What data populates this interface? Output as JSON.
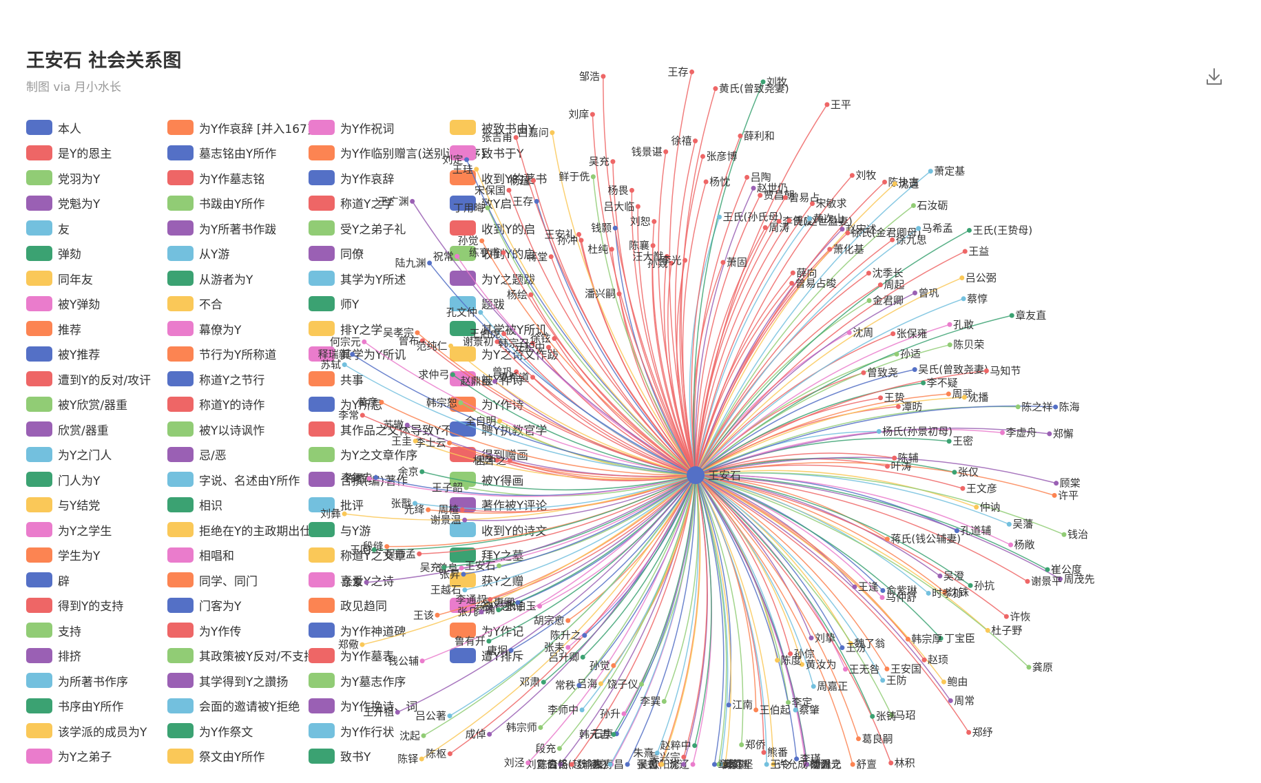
{
  "chart": {
    "title": "王安石 社会关系图",
    "subtitle": "制图 via 月小水长",
    "download_icon": "download-icon",
    "center_node": "王安石"
  },
  "legend": [
    {
      "label": "本人",
      "color": "#5470c6"
    },
    {
      "label": "是Y的恩主",
      "color": "#ee6666"
    },
    {
      "label": "党羽为Y",
      "color": "#91cc75"
    },
    {
      "label": "党魁为Y",
      "color": "#9a60b4"
    },
    {
      "label": "友",
      "color": "#73c0de"
    },
    {
      "label": "弹劾",
      "color": "#3ba272"
    },
    {
      "label": "同年友",
      "color": "#fac858"
    },
    {
      "label": "被Y弹劾",
      "color": "#ea7ccc"
    },
    {
      "label": "推荐",
      "color": "#fc8452"
    },
    {
      "label": "被Y推荐",
      "color": "#5470c6"
    },
    {
      "label": "遭到Y的反对/攻讦",
      "color": "#ee6666"
    },
    {
      "label": "被Y欣赏/器重",
      "color": "#91cc75"
    },
    {
      "label": "欣赏/器重",
      "color": "#9a60b4"
    },
    {
      "label": "为Y之门人",
      "color": "#73c0de"
    },
    {
      "label": "门人为Y",
      "color": "#3ba272"
    },
    {
      "label": "与Y结党",
      "color": "#fac858"
    },
    {
      "label": "为Y之学生",
      "color": "#ea7ccc"
    },
    {
      "label": "学生为Y",
      "color": "#fc8452"
    },
    {
      "label": "辟",
      "color": "#5470c6"
    },
    {
      "label": "得到Y的支持",
      "color": "#ee6666"
    },
    {
      "label": "支持",
      "color": "#91cc75"
    },
    {
      "label": "排挤",
      "color": "#9a60b4"
    },
    {
      "label": "为所著书作序",
      "color": "#73c0de"
    },
    {
      "label": "书序由Y所作",
      "color": "#3ba272"
    },
    {
      "label": "该学派的成员为Y",
      "color": "#fac858"
    },
    {
      "label": "为Y之弟子",
      "color": "#ea7ccc"
    },
    {
      "label": "为Y作哀辞 [并入167]",
      "color": "#fc8452"
    },
    {
      "label": "墓志铭由Y所作",
      "color": "#5470c6"
    },
    {
      "label": "为Y作墓志铭",
      "color": "#ee6666"
    },
    {
      "label": "书跋由Y所作",
      "color": "#91cc75"
    },
    {
      "label": "为Y所著书作跋",
      "color": "#9a60b4"
    },
    {
      "label": "从Y游",
      "color": "#73c0de"
    },
    {
      "label": "从游者为Y",
      "color": "#3ba272"
    },
    {
      "label": "不合",
      "color": "#fac858"
    },
    {
      "label": "幕僚为Y",
      "color": "#ea7ccc"
    },
    {
      "label": "节行为Y所称道",
      "color": "#fc8452"
    },
    {
      "label": "称道Y之节行",
      "color": "#5470c6"
    },
    {
      "label": "称道Y的诗作",
      "color": "#ee6666"
    },
    {
      "label": "被Y以诗讽怍",
      "color": "#91cc75"
    },
    {
      "label": "忌/恶",
      "color": "#9a60b4"
    },
    {
      "label": "字说、名述由Y所作",
      "color": "#73c0de"
    },
    {
      "label": "相识",
      "color": "#3ba272"
    },
    {
      "label": "拒绝在Y的主政期出仕",
      "color": "#fac858"
    },
    {
      "label": "相唱和",
      "color": "#ea7ccc"
    },
    {
      "label": "同学、同门",
      "color": "#fc8452"
    },
    {
      "label": "门客为Y",
      "color": "#5470c6"
    },
    {
      "label": "为Y作传",
      "color": "#ee6666"
    },
    {
      "label": "其政策被Y反对/不支持",
      "color": "#91cc75"
    },
    {
      "label": "其学得到Y之讚扬",
      "color": "#9a60b4"
    },
    {
      "label": "会面的邀请被Y拒绝",
      "color": "#73c0de"
    },
    {
      "label": "为Y作祭文",
      "color": "#3ba272"
    },
    {
      "label": "祭文由Y所作",
      "color": "#fac858"
    },
    {
      "label": "为Y作祝词",
      "color": "#ea7ccc"
    },
    {
      "label": "为Y作临别赠言(送别诗、序)",
      "color": "#fc8452"
    },
    {
      "label": "为Y作哀辞",
      "color": "#5470c6"
    },
    {
      "label": "称道Y之学",
      "color": "#ee6666"
    },
    {
      "label": "受Y之弟子礼",
      "color": "#91cc75"
    },
    {
      "label": "同僚",
      "color": "#9a60b4"
    },
    {
      "label": "其学为Y所述",
      "color": "#73c0de"
    },
    {
      "label": "师Y",
      "color": "#3ba272"
    },
    {
      "label": "排Y之学",
      "color": "#fac858"
    },
    {
      "label": "其学为Y所讥",
      "color": "#ea7ccc"
    },
    {
      "label": "共事",
      "color": "#fc8452"
    },
    {
      "label": "为Y所忌",
      "color": "#5470c6"
    },
    {
      "label": "其作品之文体导致Y不满",
      "color": "#ee6666"
    },
    {
      "label": "为Y之文章作序",
      "color": "#91cc75"
    },
    {
      "label": "合撰(编)著作",
      "color": "#9a60b4"
    },
    {
      "label": "批评",
      "color": "#73c0de"
    },
    {
      "label": "与Y游",
      "color": "#3ba272"
    },
    {
      "label": "称道Y之文章",
      "color": "#fac858"
    },
    {
      "label": "喜爱Y之诗",
      "color": "#ea7ccc"
    },
    {
      "label": "政见趋同",
      "color": "#fc8452"
    },
    {
      "label": "为Y作神道碑",
      "color": "#5470c6"
    },
    {
      "label": "为Y作墓表",
      "color": "#ee6666"
    },
    {
      "label": "为Y墓志作序",
      "color": "#91cc75"
    },
    {
      "label": "为Y作挽诗、词",
      "color": "#9a60b4"
    },
    {
      "label": "为Y作行状",
      "color": "#73c0de"
    },
    {
      "label": "致书Y",
      "color": "#3ba272"
    },
    {
      "label": "被致书由Y",
      "color": "#fac858"
    },
    {
      "label": "致书于Y",
      "color": "#ea7ccc"
    },
    {
      "label": "收到Y的著书",
      "color": "#fc8452"
    },
    {
      "label": "致Y启",
      "color": "#5470c6"
    },
    {
      "label": "收到Y的启",
      "color": "#ee6666"
    },
    {
      "label": "收到Y的启",
      "color": "#91cc75"
    },
    {
      "label": "为Y之题跋",
      "color": "#9a60b4"
    },
    {
      "label": "题跋",
      "color": "#73c0de"
    },
    {
      "label": "其学被Y所讥",
      "color": "#3ba272"
    },
    {
      "label": "为Y之诗文作跋",
      "color": "#fac858"
    },
    {
      "label": "被Y作诗",
      "color": "#ea7ccc"
    },
    {
      "label": "为Y作诗",
      "color": "#fc8452"
    },
    {
      "label": "聘Y执教官学",
      "color": "#5470c6"
    },
    {
      "label": "得到赠画",
      "color": "#ee6666"
    },
    {
      "label": "被Y得画",
      "color": "#91cc75"
    },
    {
      "label": "著作被Y评论",
      "color": "#9a60b4"
    },
    {
      "label": "收到Y的诗文",
      "color": "#73c0de"
    },
    {
      "label": "拜Y之墓",
      "color": "#3ba272"
    },
    {
      "label": "获Y之赠",
      "color": "#fac858"
    },
    {
      "label": "被Y题诗",
      "color": "#ea7ccc"
    },
    {
      "label": "为Y作记",
      "color": "#fc8452"
    },
    {
      "label": "遭Y排斥",
      "color": "#5470c6"
    }
  ],
  "nodes": [
    "张彦博",
    "杨忱",
    "黄氏(曾致尧妻)",
    "王氏(孙氏母)",
    "萧固",
    "薛利和",
    "吕陶",
    "刘牧",
    "赵世仍",
    "贾昌朝",
    "周涛",
    "曾易占",
    "李氏(赵世盈妻)",
    "傅立",
    "王平",
    "宋敏求",
    "黄次山",
    "薛向",
    "曾易占晙",
    "刘牧",
    "萧化基",
    "赵宋述",
    "徐氏(金君卿母)",
    "陈执古",
    "沈遘",
    "萧定基",
    "石汝砺",
    "徐九思",
    "沈季长",
    "马希孟",
    "金君卿",
    "周起",
    "沈周",
    "王氏(王贽母)",
    "曾巩",
    "王益",
    "张保雍",
    "吕公弼",
    "蔡惇",
    "孙适",
    "曾致尧",
    "孔敢",
    "章友直",
    "陈贝荣",
    "吴氏(曾致尧妻)",
    "王贽",
    "李不疑",
    "潭昉",
    "马知节",
    "周武",
    "沈播",
    "杨氏(孙景初母)",
    "陈之祥",
    "陈海",
    "李虚舟",
    "王密",
    "郑懈",
    "陈辅",
    "叶涛",
    "张仅",
    "顾棠",
    "王文彦",
    "许平",
    "仲讷",
    "吴藩",
    "钱治",
    "孔道辅",
    "杨敞",
    "崔公度",
    "周茂先",
    "谢景平",
    "蒋氏(钱公辅妻)",
    "孙抗",
    "吴澄",
    "许恢",
    "沈铢",
    "杜子野",
    "时孝孙",
    "龚原",
    "俞紫琳",
    "马仲舒",
    "丁宝臣",
    "王逢",
    "赵顼",
    "韩宗厚",
    "鲍由",
    "周常",
    "郑纾",
    "王安国",
    "魏了翁",
    "王防",
    "马玿",
    "王汾",
    "王无咎",
    "张铸",
    "刘挚",
    "林积",
    "葛良嗣",
    "黄汝为",
    "周嘉正",
    "孙倧",
    "舒亶",
    "陈度",
    "蔡肇",
    "李定",
    "李瑾",
    "杨训",
    "潘温之",
    "胡舜元",
    "熊番",
    "王伯起",
    "许允成",
    "王令",
    "郑侨",
    "江南",
    "蔡渊",
    "蔡卞",
    "黄庭坚",
    "章惇",
    "沈辽",
    "赵粹中",
    "欧阳修",
    "吴兴宗",
    "张式",
    "吴蓍",
    "朱熹",
    "李巽",
    "朱寿昌",
    "魏陵之",
    "高氏(赵瑜妻)",
    "饶子仪",
    "石庚",
    "孙升",
    "韩元吉",
    "刘宣伯",
    "陈公恪",
    "孙觉",
    "吕海",
    "李师中",
    "段充",
    "常秩",
    "刘泾",
    "吕升卿",
    "韩宗师",
    "陈升之",
    "张耒",
    "邓肃",
    "成倬",
    "陈枢",
    "胡宗愈",
    "陈铎",
    "吕公著",
    "沈起",
    "唐坰",
    "张伯玉",
    "鲁有开",
    "王开祖",
    "吕惠卿",
    "钱公辅",
    "蔡确",
    "张几",
    "李通叔",
    "王该",
    "郑儆",
    "王越石",
    "王安石",
    "张昇",
    "曾阜",
    "吴充",
    "余象",
    "程师孟",
    "段缝",
    "王回",
    "谢景温",
    "周楂",
    "元绛",
    "刘彝",
    "张戬",
    "王子韶",
    "李复圭",
    "许将",
    "余京",
    "林旦",
    "吕冲之",
    "李士云",
    "王圭",
    "苏辙",
    "李常",
    "黄彦",
    "全自明",
    "苏轼",
    "韩宗恕",
    "释瑞新",
    "何宗元",
    "求仲弓",
    "赵鼎臣",
    "曾布",
    "吴孝宗",
    "范纯仁",
    "曾巩",
    "夏希道",
    "谢景初",
    "王伯虎",
    "孔文仲",
    "韩宗召",
    "陆九渊",
    "祝常",
    "元积中",
    "王广渊",
    "徐铉",
    "孙觉",
    "杨绘",
    "练亨甫",
    "丁用晦",
    "刘定",
    "王珪",
    "宋保国",
    "蒋堂",
    "王存",
    "张吉甫",
    "杨蕴",
    "王安礼",
    "孙冲",
    "潘兴嗣",
    "吕嘉问",
    "杜纯",
    "鲜于侁",
    "钱颢",
    "刘庠",
    "吴充",
    "邹浩",
    "杨畏",
    "吕大临",
    "陈襄",
    "刘恕",
    "汪大猷",
    "孙觌",
    "钱景谌",
    "李光",
    "王存",
    "徐禧"
  ]
}
